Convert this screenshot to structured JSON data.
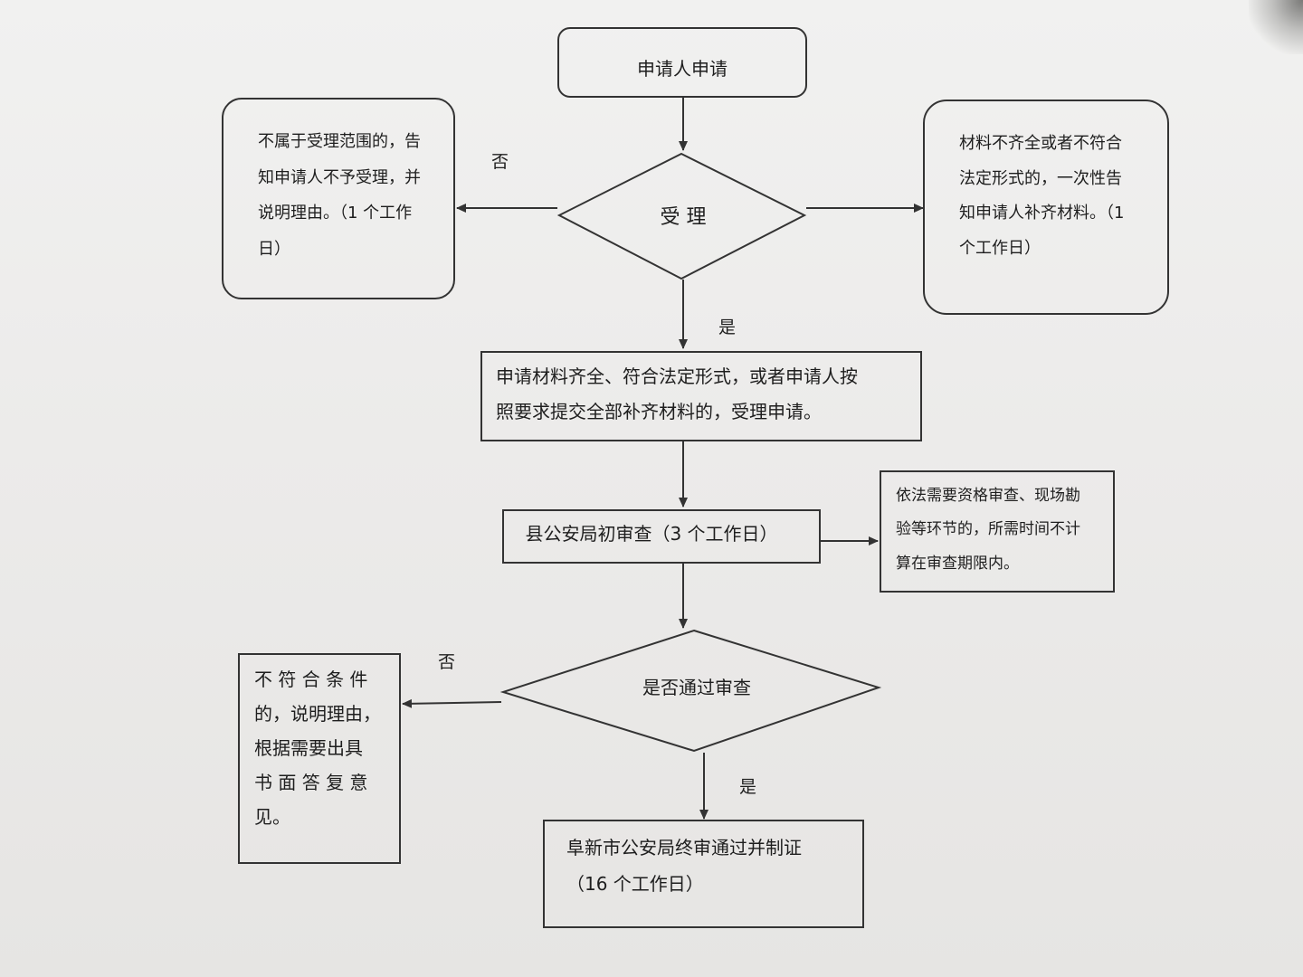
{
  "nodes": {
    "apply": "申请人申请",
    "accept": "受 理",
    "reject_out_of_scope": "不属于受理范围的，告\n知申请人不予受理，并\n说明理由。（1 个工作\n日）",
    "incomplete": "材料不齐全或者不符合\n法定形式的，一次性告\n知申请人补齐材料。（1\n个工作日）",
    "accepted": "申请材料齐全、符合法定形式，或者申请人按\n照要求提交全部补齐材料的，受理申请。",
    "county_review": "县公安局初审查（3 个工作日）",
    "qualification_note": "依法需要资格审查、现场勘\n验等环节的，所需时间不计\n算在审查期限内。",
    "pass_review": "是否通过审查",
    "not_qualified": "不 符 合 条 件\n的，说明理由，\n根据需要出具\n书 面 答 复 意\n见。",
    "final_review": "阜新市公安局终审通过并制证\n（16 个工作日）"
  },
  "edge_labels": {
    "no_1": "否",
    "yes_1": "是",
    "no_2": "否",
    "yes_2": "是"
  },
  "colors": {
    "line": "#333333",
    "paper": "#eeeeec"
  }
}
